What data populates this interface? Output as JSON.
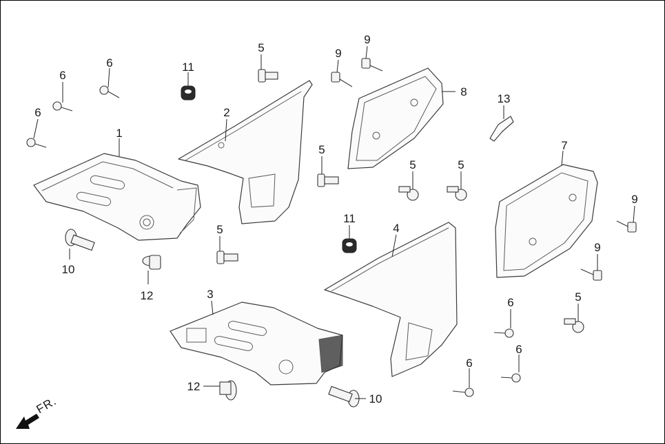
{
  "direction_label": "FR.",
  "callouts": [
    {
      "id": "c-1",
      "text": "1"
    },
    {
      "id": "c-2",
      "text": "2"
    },
    {
      "id": "c-3",
      "text": "3"
    },
    {
      "id": "c-4",
      "text": "4"
    },
    {
      "id": "c-5a",
      "text": "5"
    },
    {
      "id": "c-5b",
      "text": "5"
    },
    {
      "id": "c-5c",
      "text": "5"
    },
    {
      "id": "c-5d",
      "text": "5"
    },
    {
      "id": "c-5e",
      "text": "5"
    },
    {
      "id": "c-5f",
      "text": "5"
    },
    {
      "id": "c-6a",
      "text": "6"
    },
    {
      "id": "c-6b",
      "text": "6"
    },
    {
      "id": "c-6c",
      "text": "6"
    },
    {
      "id": "c-6d",
      "text": "6"
    },
    {
      "id": "c-6e",
      "text": "6"
    },
    {
      "id": "c-6f",
      "text": "6"
    },
    {
      "id": "c-7",
      "text": "7"
    },
    {
      "id": "c-8",
      "text": "8"
    },
    {
      "id": "c-9a",
      "text": "9"
    },
    {
      "id": "c-9b",
      "text": "9"
    },
    {
      "id": "c-9c",
      "text": "9"
    },
    {
      "id": "c-9d",
      "text": "9"
    },
    {
      "id": "c-10a",
      "text": "10"
    },
    {
      "id": "c-10b",
      "text": "10"
    },
    {
      "id": "c-11a",
      "text": "11"
    },
    {
      "id": "c-11b",
      "text": "11"
    },
    {
      "id": "c-12a",
      "text": "12"
    },
    {
      "id": "c-12b",
      "text": "12"
    },
    {
      "id": "c-13",
      "text": "13"
    }
  ]
}
